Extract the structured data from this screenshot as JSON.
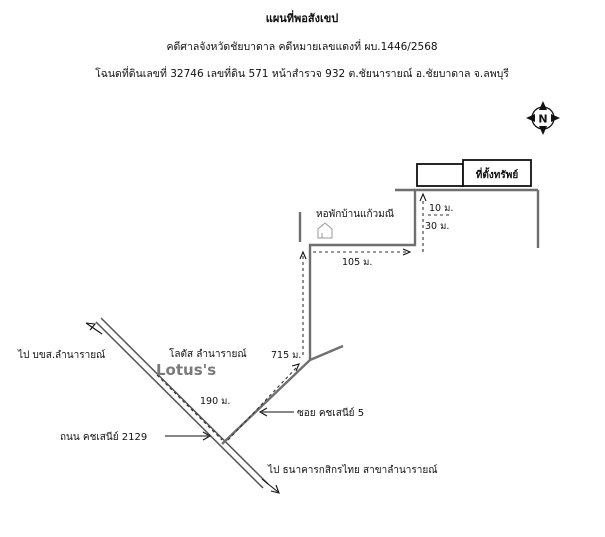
{
  "header": {
    "title": "แผนที่พอสังเขป",
    "court_line": "คดีศาลจังหวัดชัยบาดาล คดีหมายเลขแดงที่ ผบ.1446/2568",
    "deed_line": "โฉนดที่ดินเลขที่ 32746 เลขที่ดิน 571 หน้าสำรวจ 932 ต.ชัยนารายณ์ อ.ชัยบาดาล จ.ลพบุรี"
  },
  "compass": {
    "letter": "N"
  },
  "labels": {
    "property": "ที่ตั้งทรัพย์",
    "dormitory": "หอพักบ้านแก้วมณี",
    "to_bks": "ไป บขส.ลำนารายณ์",
    "lotus_name": "โลตัส ลำนารายณ์",
    "lotus_logo": "Lotus's",
    "main_road": "ถนน คชเสนีย์ 2129",
    "soi": "ซอย คชเสนีย์ 5",
    "to_bank": "ไป ธนาคารกสิกรไทย สาขาลำนารายณ์"
  },
  "distances": {
    "d190": "190 ม.",
    "d715": "715 ม.",
    "d105": "105 ม.",
    "d10": "10 ม.",
    "d30": "30 ม."
  }
}
